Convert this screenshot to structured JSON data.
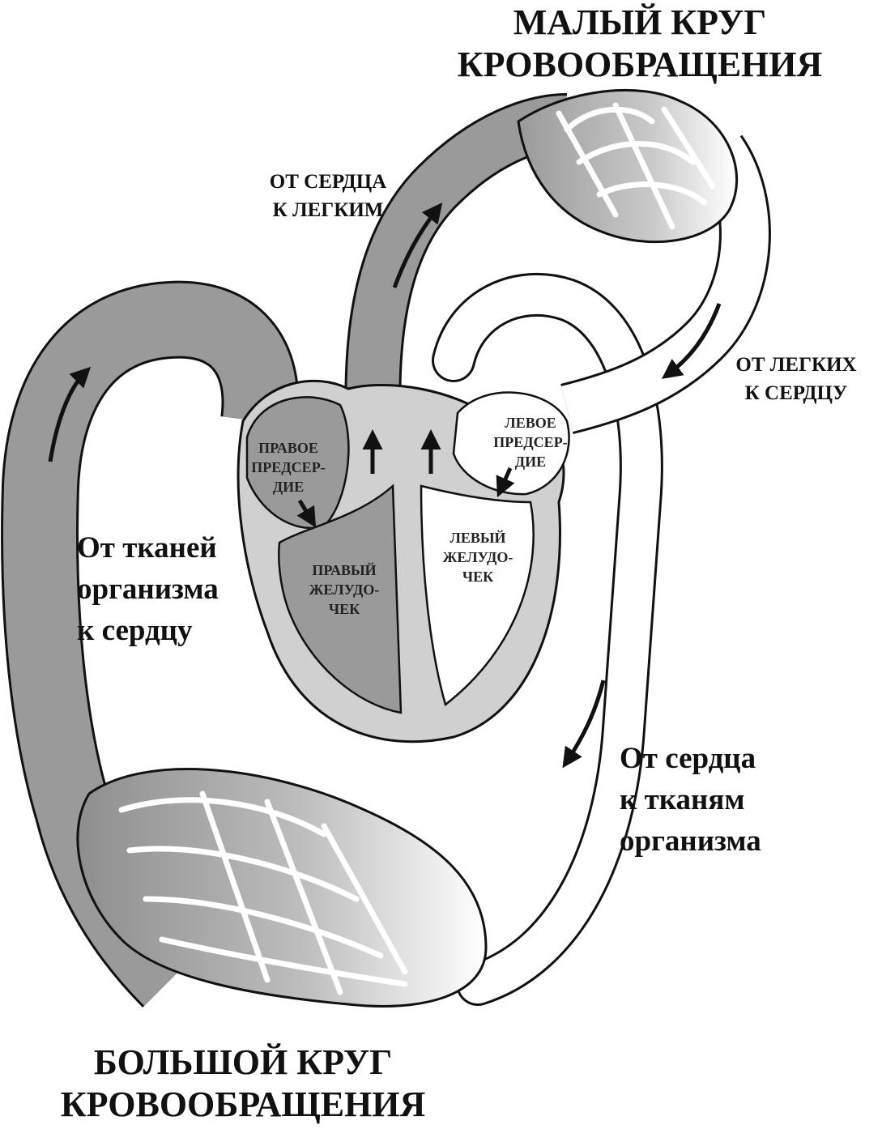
{
  "titles": {
    "pulmonary": [
      "МАЛЫЙ КРУГ",
      "КРОВООБРАЩЕНИЯ"
    ],
    "systemic": [
      "БОЛЬШОЙ КРУГ",
      "КРОВООБРАЩЕНИЯ"
    ]
  },
  "flows": {
    "heart_to_lungs": [
      "ОТ СЕРДЦА",
      "К ЛЕГКИМ"
    ],
    "lungs_to_heart": [
      "ОТ ЛЕГКИХ",
      "К СЕРДЦУ"
    ],
    "tissues_to_heart": [
      "От тканей",
      "организма",
      "к сердцу"
    ],
    "heart_to_tissues": [
      "От сердца",
      "к тканям",
      "организма"
    ]
  },
  "chambers": {
    "right_atrium": [
      "ПРАВОЕ",
      "ПРЕДСЕР-",
      "ДИЕ"
    ],
    "right_ventricle": [
      "ПРАВЫЙ",
      "ЖЕЛУДО-",
      "ЧЕК"
    ],
    "left_atrium": [
      "ЛЕВОЕ",
      "ПРЕДСЕР-",
      "ДИЕ"
    ],
    "left_ventricle": [
      "ЛЕВЫЙ",
      "ЖЕЛУДО-",
      "ЧЕК"
    ]
  },
  "colors": {
    "venous_blood": "#9a9a9a",
    "arterial_blood": "#ffffff",
    "heart_wall": "#d0d0d0",
    "outline": "#111111"
  }
}
